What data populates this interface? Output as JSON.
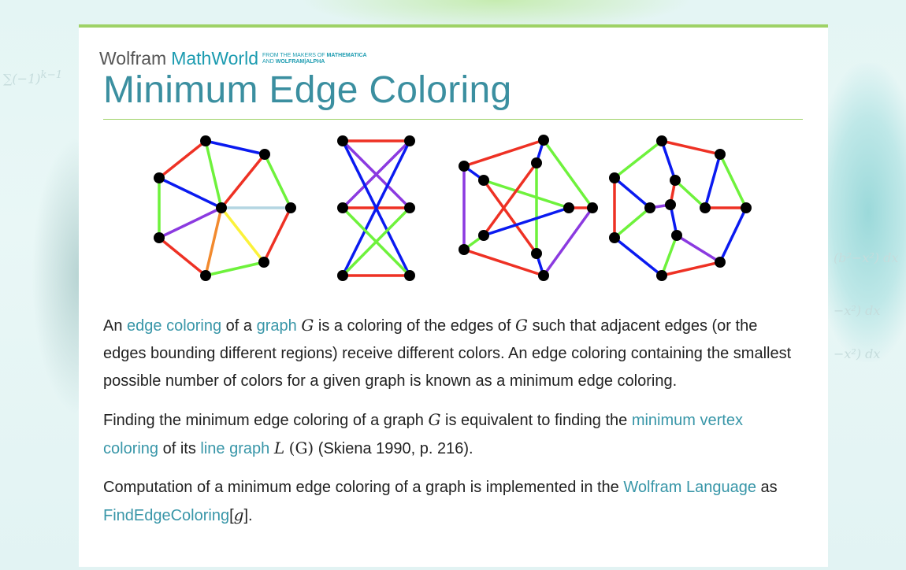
{
  "logo": {
    "brand": "Wolfram",
    "product": "MathWorld",
    "tagline_1_prefix": "FROM THE MAKERS OF ",
    "tagline_1_bold": "MATHEMATICA",
    "tagline_2_prefix": "AND ",
    "tagline_2_bold": "WOLFRAM|ALPHA"
  },
  "page_title": "Minimum Edge Coloring",
  "colors": {
    "accent": "#3b8fa0",
    "link": "#3896a8",
    "rule": "#9ed266"
  },
  "paragraphs": [
    {
      "t1": "An ",
      "l1": "edge coloring",
      "t2": " of a ",
      "l2": "graph",
      "m1": "G",
      "t3": " is a coloring of the edges of ",
      "m2": "G",
      "t4": " such that adjacent edges (or the edges bounding different regions) receive different colors. An edge coloring containing the smallest possible number of colors for a given graph is known as a minimum edge coloring."
    },
    {
      "t1": "Finding the minimum edge coloring of a graph ",
      "m1": "G",
      "t2": " is equivalent to finding the ",
      "l1": "minimum vertex coloring",
      "t3": " of its ",
      "l2": "line graph",
      "m2": "L",
      "m3": "(G)",
      "t4": " (Skiena 1990, p. 216)."
    },
    {
      "t1": "Computation of a minimum edge coloring of a graph is implemented in the ",
      "l1": "Wolfram Language",
      "t2": " as ",
      "l2": "FindEdgeColoring",
      "t3": "[",
      "m1": "g",
      "t4": "]."
    }
  ]
}
